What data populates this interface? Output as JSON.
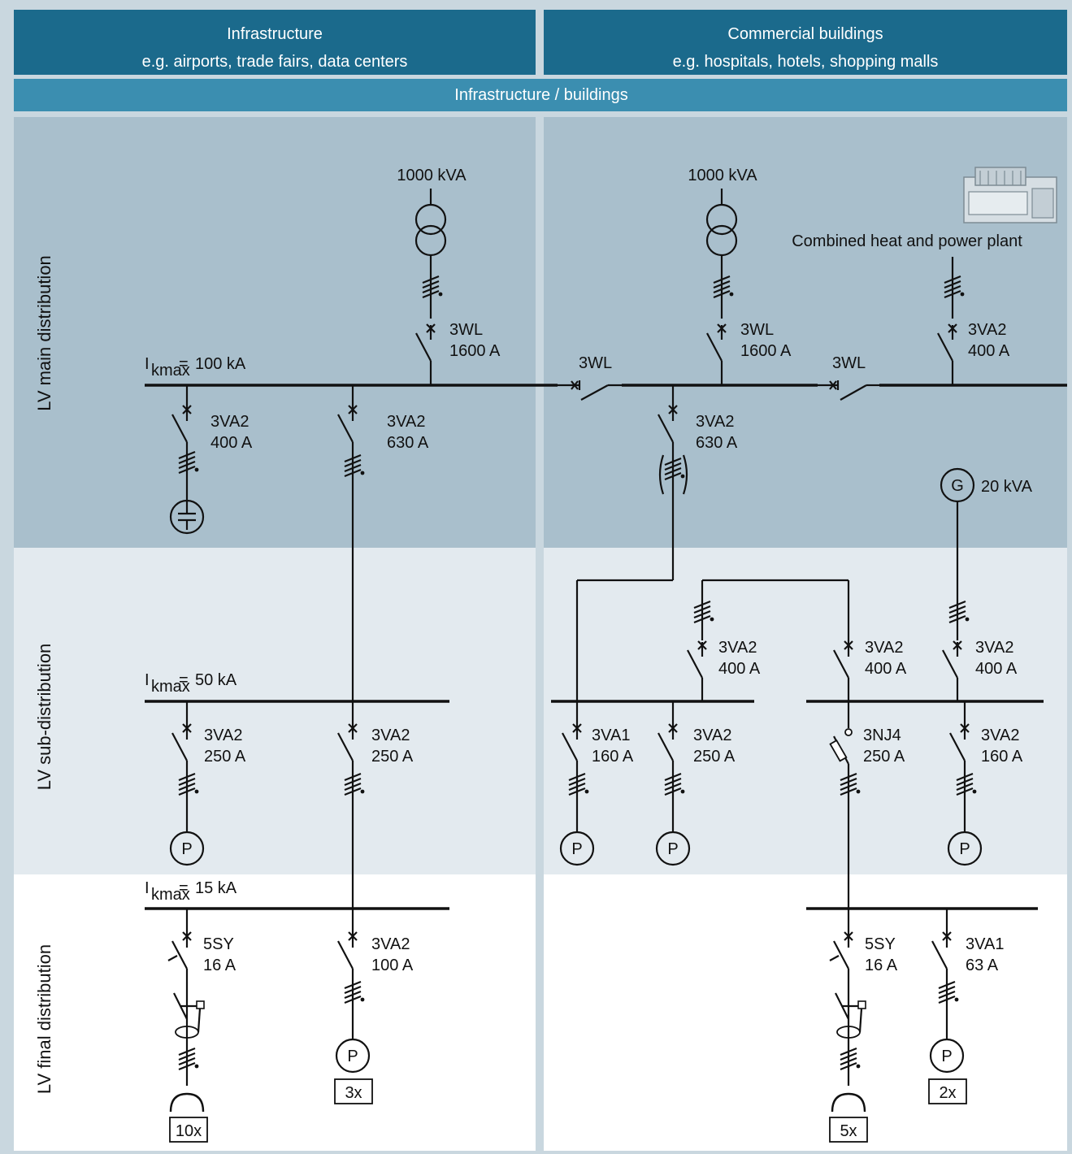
{
  "header": {
    "infrastructure": {
      "title": "Infrastructure",
      "examples": "e.g. airports, trade fairs, data centers"
    },
    "commercial": {
      "title": "Commercial buildings",
      "examples": "e.g. hospitals, hotels, shopping malls"
    },
    "subheader": "Infrastructure / buildings"
  },
  "levels": {
    "main": "LV main distribution",
    "sub": "LV sub-distribution",
    "final": "LV final distribution"
  },
  "ikmax": {
    "main": "100 kA",
    "sub": "50 kA",
    "final": "15 kA",
    "I": "I",
    "subscript": "kmax",
    "eq": "="
  },
  "colors": {
    "header_dark": "#1b6a8c",
    "header_light": "#3b8eb0",
    "main_bg": "#a9bfcc",
    "sub_bg": "#e3eaef",
    "final_bg": "#ffffff",
    "frame": "#c9d7df",
    "busbar_accent": "#2d6e8e"
  },
  "labels": {
    "trafo_left_kva": "1000 kVA",
    "trafo_right_kva": "1000 kVA",
    "chp": "Combined heat and power plant",
    "gen_symbol": "G",
    "gen_kva": "20 kVA",
    "pump": "P",
    "feed_left": [
      "3WL",
      "1600 A"
    ],
    "feed_right": [
      "3WL",
      "1600 A"
    ],
    "feed_chp": [
      "3VA2",
      "400 A"
    ],
    "coupler_left": "3WL",
    "coupler_right": "3WL",
    "main_cap_branch": [
      "3VA2",
      "400 A"
    ],
    "main_left_630": [
      "3VA2",
      "630 A"
    ],
    "main_right_630": [
      "3VA2",
      "630 A"
    ],
    "sub_right_in1": [
      "3VA2",
      "400 A"
    ],
    "sub_right_in2": [
      "3VA2",
      "400 A"
    ],
    "sub_right_in3": [
      "3VA2",
      "400 A"
    ],
    "sub_left_1": [
      "3VA2",
      "250 A"
    ],
    "sub_left_2": [
      "3VA2",
      "250 A"
    ],
    "sub_right_1": [
      "3VA1",
      "160 A"
    ],
    "sub_right_2": [
      "3VA2",
      "250 A"
    ],
    "sub_right_3": [
      "3NJ4",
      "250 A"
    ],
    "sub_right_4": [
      "3VA2",
      "160 A"
    ],
    "final_left_1": [
      "5SY",
      "16 A"
    ],
    "final_left_2": [
      "3VA2",
      "100 A"
    ],
    "final_right_1": [
      "5SY",
      "16 A"
    ],
    "final_right_2": [
      "3VA1",
      "63 A"
    ],
    "mult_10": "10x",
    "mult_3": "3x",
    "mult_5": "5x",
    "mult_2": "2x"
  }
}
